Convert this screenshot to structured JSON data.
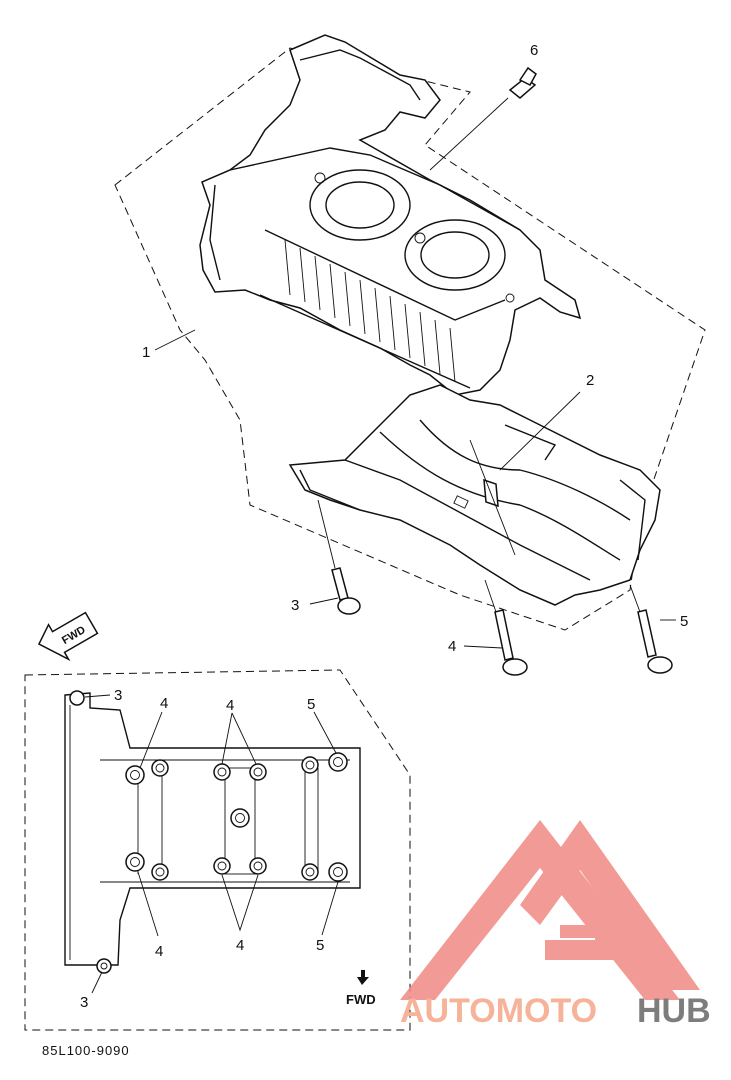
{
  "callouts": {
    "crankcase": "1",
    "dowel_pin": "2",
    "bolt_a": "3",
    "bolt_b": "4",
    "bolt_c": "5",
    "plug": "6"
  },
  "plan_view": {
    "labels": {
      "top_left_3": "3",
      "top_4_left": "4",
      "top_4_middle": "4",
      "top_5": "5",
      "bottom_4_left": "4",
      "bottom_4_middle": "4",
      "bottom_5": "5",
      "bottom_3": "3"
    },
    "fwd_label": "FWD"
  },
  "fwd_arrow_label": "FWD",
  "diagram_code": "85L100-9090",
  "watermark": {
    "prefix": "AUTOMOTO",
    "suffix": "HUB",
    "colors": {
      "logo": "#f08a84",
      "prefix": "#f6b39a",
      "suffix": "#7d7d7d"
    }
  }
}
